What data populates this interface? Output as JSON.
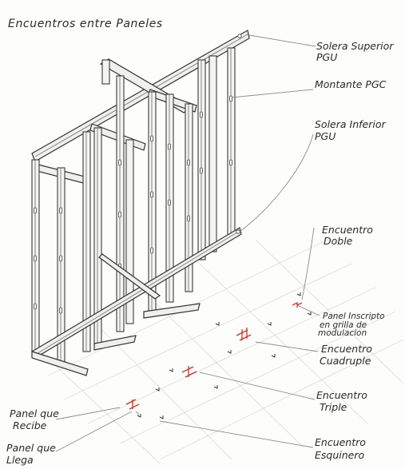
{
  "title": "Encuentros entre Paneles",
  "labels": {
    "solera_superior": [
      "Solera Superior",
      "PGU"
    ],
    "montante": [
      "Montante PGC"
    ],
    "solera_inferior": [
      "Solera Inferior",
      "PGU"
    ],
    "encuentro_doble": [
      "Encuentro",
      "Doble"
    ],
    "panel_inscripto": [
      "Panel Inscripto",
      "en grilla de",
      "modulacion"
    ],
    "encuentro_cuadruple": [
      "Encuentro",
      "Cuadruple"
    ],
    "encuentro_triple": [
      "Encuentro",
      "Triple"
    ],
    "panel_recibe": [
      "Panel que",
      "Recibe"
    ],
    "panel_llega": [
      "Panel que",
      "Llega"
    ],
    "encuentro_esquinero": [
      "Encuentro",
      "Esquinero"
    ]
  },
  "colors": {
    "ink": "#2a2a2a",
    "accent": "#c0392b",
    "grid": "#cfcfcf"
  }
}
